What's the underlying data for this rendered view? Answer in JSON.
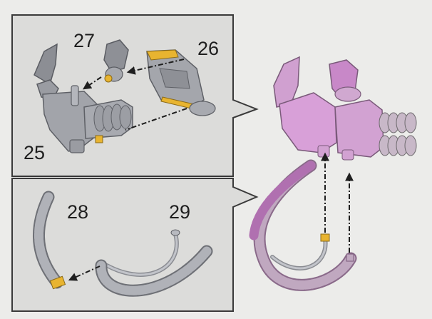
{
  "diagram": {
    "top_panel": {
      "part_labels": [
        "27",
        "26",
        "25"
      ]
    },
    "bottom_panel": {
      "part_labels": [
        "28",
        "29"
      ]
    },
    "colors": {
      "page_background": "#ececea",
      "panel_background": "#dcdcda",
      "panel_border": "#3a3a3a",
      "part_gray": "#a2a4aa",
      "part_highlight": "#d8a0d8",
      "hose_highlight": "#b070b0",
      "connector_accent": "#e8b430",
      "arrow": "#1e1e1e"
    }
  }
}
